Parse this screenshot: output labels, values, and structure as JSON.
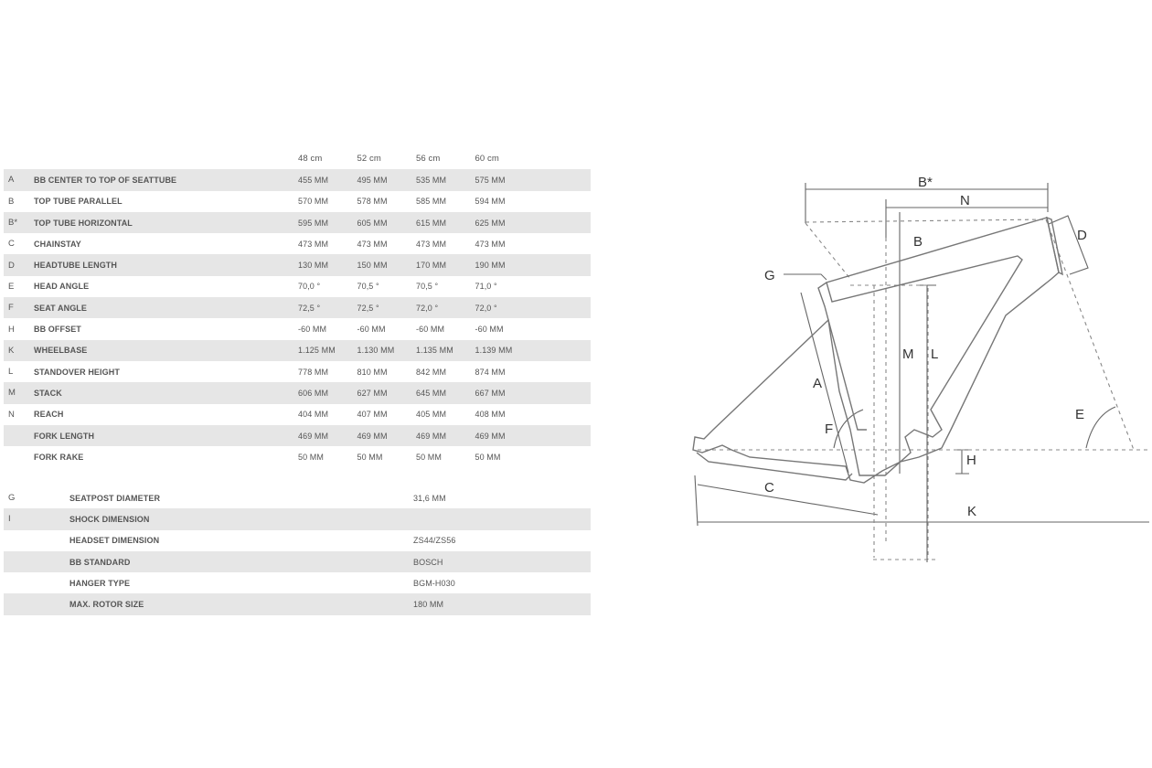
{
  "geometry": {
    "sizes": [
      "48 cm",
      "52 cm",
      "56 cm",
      "60 cm"
    ],
    "rows": [
      {
        "code": "A",
        "label": "BB CENTER TO TOP OF SEATTUBE",
        "values": [
          "455 MM",
          "495 MM",
          "535 MM",
          "575 MM"
        ]
      },
      {
        "code": "B",
        "label": "TOP TUBE PARALLEL",
        "values": [
          "570 MM",
          "578 MM",
          "585 MM",
          "594 MM"
        ]
      },
      {
        "code": "B*",
        "label": "TOP TUBE HORIZONTAL",
        "values": [
          "595 MM",
          "605 MM",
          "615 MM",
          "625 MM"
        ]
      },
      {
        "code": "C",
        "label": "CHAINSTAY",
        "values": [
          "473 MM",
          "473 MM",
          "473 MM",
          "473 MM"
        ]
      },
      {
        "code": "D",
        "label": "HEADTUBE LENGTH",
        "values": [
          "130 MM",
          "150 MM",
          "170 MM",
          "190 MM"
        ]
      },
      {
        "code": "E",
        "label": "HEAD ANGLE",
        "values": [
          "70,0 °",
          "70,5 °",
          "70,5 °",
          "71,0 °"
        ]
      },
      {
        "code": "F",
        "label": "SEAT ANGLE",
        "values": [
          "72,5 °",
          "72,5 °",
          "72,0 °",
          "72,0 °"
        ]
      },
      {
        "code": "H",
        "label": "BB OFFSET",
        "values": [
          "-60 MM",
          "-60 MM",
          "-60 MM",
          "-60 MM"
        ]
      },
      {
        "code": "K",
        "label": "WHEELBASE",
        "values": [
          "1.125 MM",
          "1.130 MM",
          "1.135 MM",
          "1.139 MM"
        ]
      },
      {
        "code": "L",
        "label": "STANDOVER HEIGHT",
        "values": [
          "778 MM",
          "810 MM",
          "842 MM",
          "874 MM"
        ]
      },
      {
        "code": "M",
        "label": "STACK",
        "values": [
          "606 MM",
          "627 MM",
          "645 MM",
          "667 MM"
        ]
      },
      {
        "code": "N",
        "label": "REACH",
        "values": [
          "404 MM",
          "407 MM",
          "405 MM",
          "408 MM"
        ]
      },
      {
        "code": "",
        "label": "FORK LENGTH",
        "values": [
          "469 MM",
          "469 MM",
          "469 MM",
          "469 MM"
        ]
      },
      {
        "code": "",
        "label": "FORK RAKE",
        "values": [
          "50 MM",
          "50 MM",
          "50 MM",
          "50 MM"
        ]
      }
    ]
  },
  "specs": [
    {
      "code": "G",
      "label": "SEATPOST DIAMETER",
      "value": "31,6 MM"
    },
    {
      "code": "I",
      "label": "SHOCK DIMENSION",
      "value": ""
    },
    {
      "code": "",
      "label": "HEADSET DIMENSION",
      "value": "ZS44/ZS56"
    },
    {
      "code": "",
      "label": "BB STANDARD",
      "value": "BOSCH"
    },
    {
      "code": "",
      "label": "HANGER TYPE",
      "value": "BGM-H030"
    },
    {
      "code": "",
      "label": "MAX. ROTOR SIZE",
      "value": "180 MM"
    }
  ],
  "diagram_labels": {
    "b_star": "B*",
    "n": "N",
    "b": "B",
    "d": "D",
    "g": "G",
    "m": "M",
    "l": "L",
    "a": "A",
    "f": "F",
    "e": "E",
    "h": "H",
    "c": "C",
    "k": "K"
  }
}
